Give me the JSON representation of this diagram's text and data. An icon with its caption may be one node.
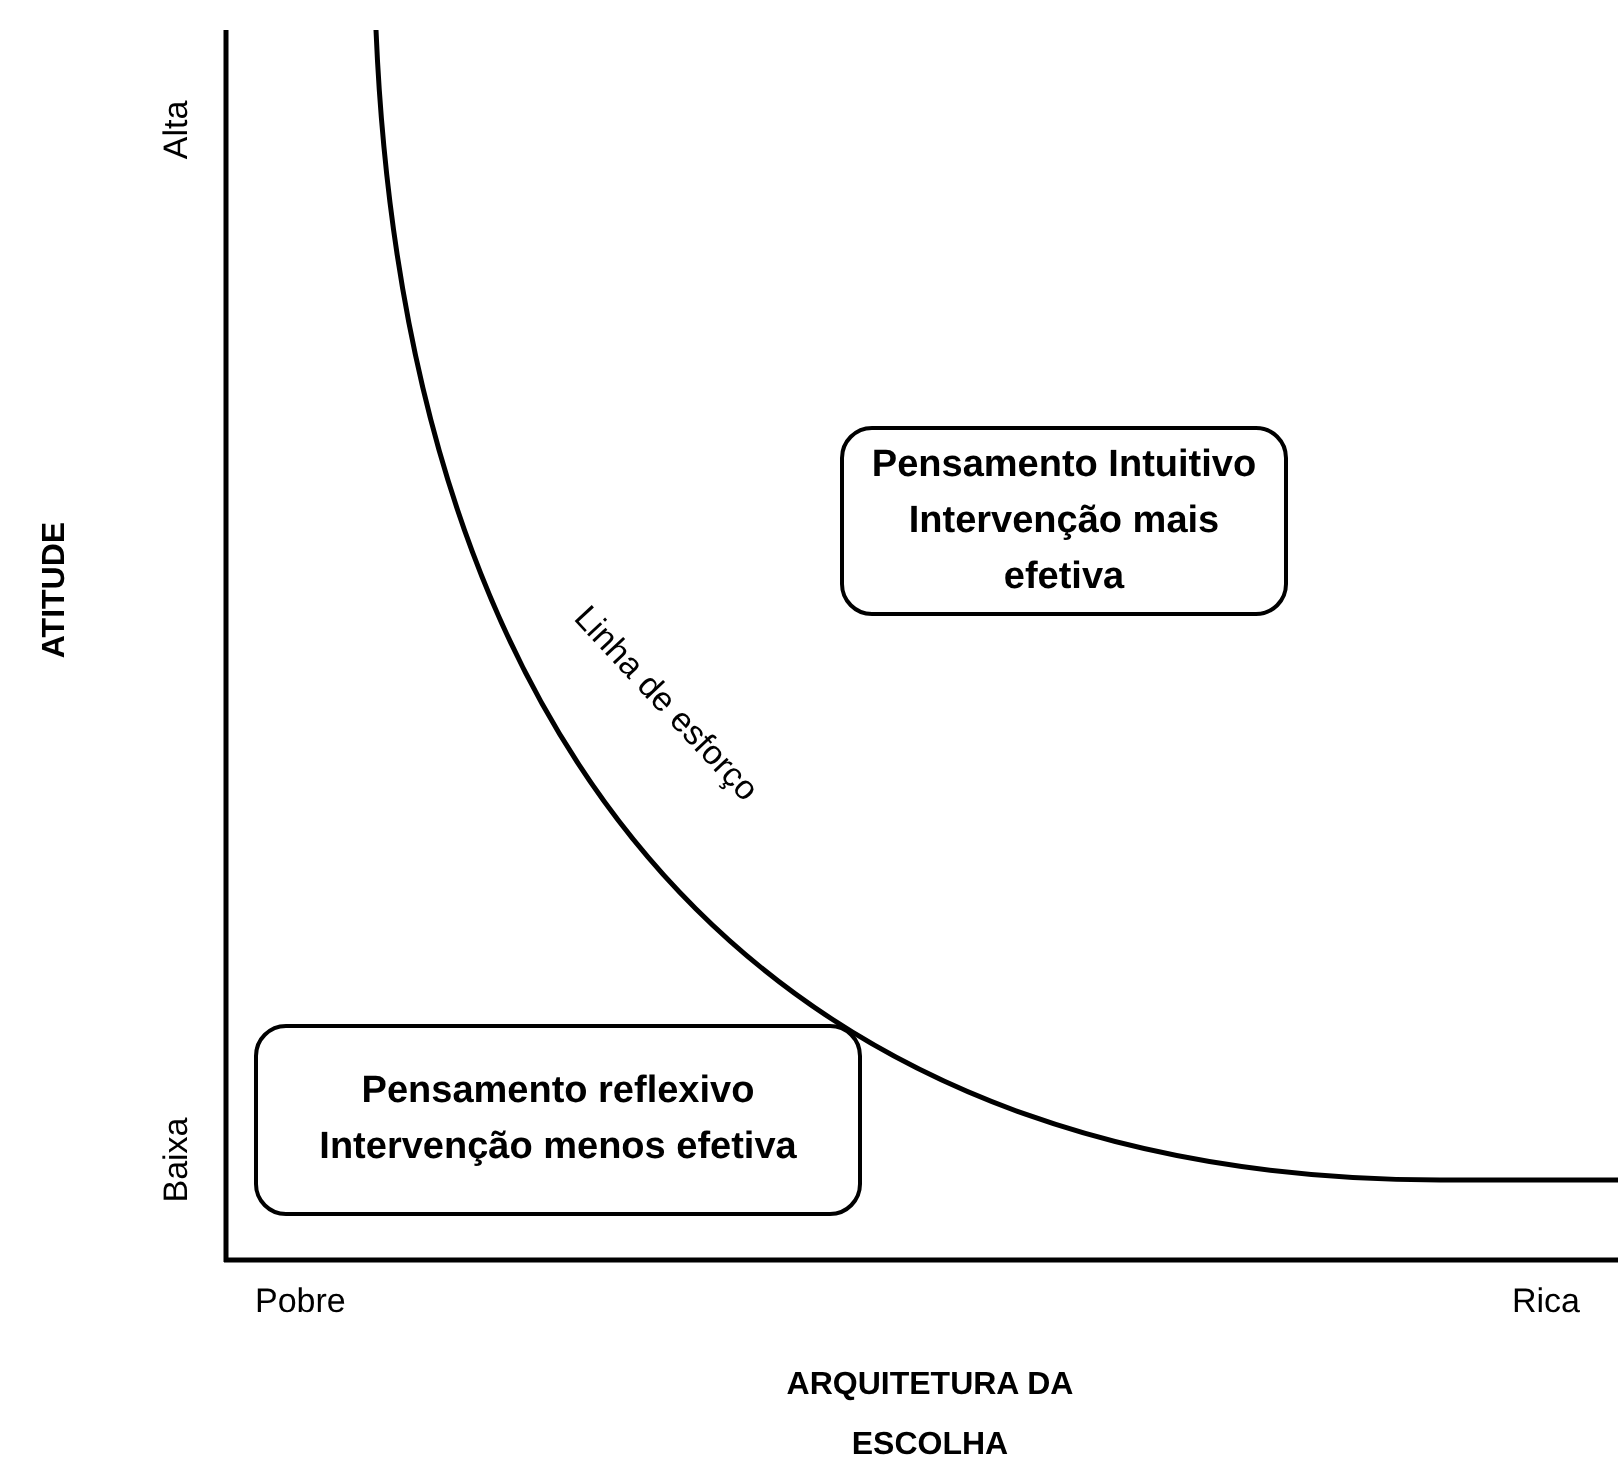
{
  "diagram": {
    "nodes": [
      {
        "text": [
          "Pensamento Intuitivo",
          "Intervenção mais efetiva"
        ]
      },
      {
        "text": [
          "Pensamento reflexivo",
          "Intervenção menos efetiva"
        ]
      }
    ],
    "labels": [
      "Alta",
      "ATITUDE",
      "Linha de esforço",
      "Baixa",
      "Pobre",
      "Rica",
      "ARQUITETURA DA ESCOLHA"
    ]
  }
}
